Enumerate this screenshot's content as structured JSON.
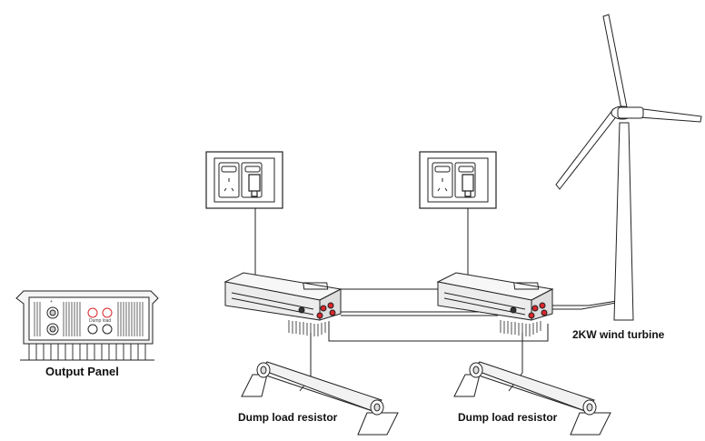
{
  "labels": {
    "output_panel": "Output Panel",
    "wind_turbine": "2KW wind turbine",
    "dump_load_1": "Dump load resistor",
    "dump_load_2": "Dump load resistor"
  },
  "output_panel": {
    "plus_sign": "+",
    "dump_load_text": "Dump load"
  },
  "colors": {
    "line": "#222222",
    "terminal_red": "#d9262b",
    "panel_fill": "#f4f4f4"
  }
}
